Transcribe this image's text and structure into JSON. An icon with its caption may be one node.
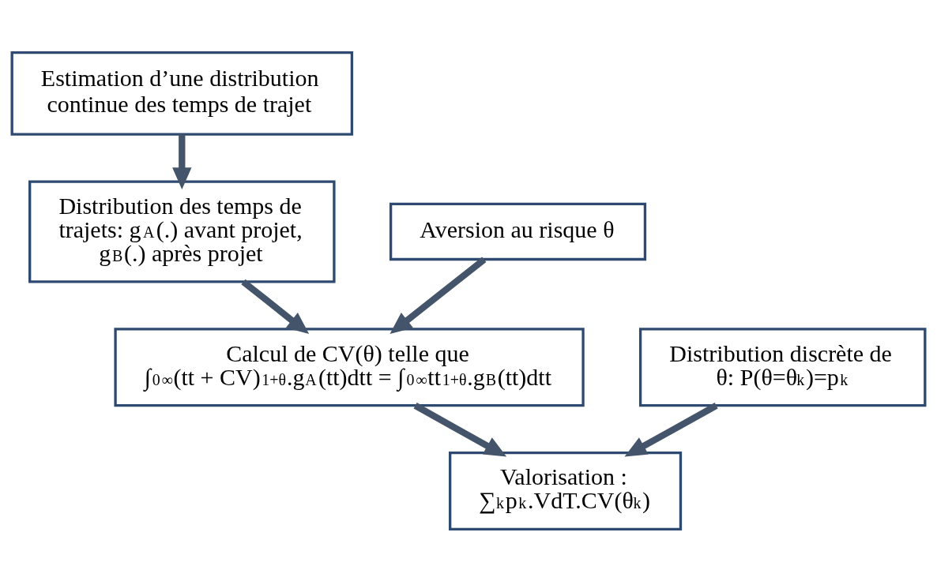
{
  "diagram": {
    "nodes": [
      {
        "text": [
          "Estimation d’une distribution continue des temps de trajet"
        ]
      },
      {
        "text": [
          "Distribution des temps de trajets: g$^{A}$(.) avant projet, g$^{B}$(.) après projet"
        ]
      },
      {
        "text": [
          "Aversion au risque θ"
        ]
      },
      {
        "text": [
          "Calcul de CV(θ) telle que",
          "∫$_{0}$$^{∞}$(tt + CV)$^{1+θ}$.g$^{A}$(tt)dtt = ∫$_{0}$$^{∞}$tt$^{1+θ}$.g$^{B}$(tt)dtt"
        ]
      },
      {
        "text": [
          "Distribution discrète de θ: P(θ=θ$_{k}$)=p$_{k}$"
        ]
      },
      {
        "text": [
          "Valorisation :",
          "∑$_{k}$p$_{k}$.VdT.CV(θ$_{k}$)"
        ]
      }
    ],
    "edges": [
      {
        "from": 0,
        "to": 1,
        "arrow": "to"
      },
      {
        "from": 1,
        "to": 3,
        "arrow": "to"
      },
      {
        "from": 2,
        "to": 3,
        "arrow": "to"
      },
      {
        "from": 3,
        "to": 5,
        "arrow": "to"
      },
      {
        "from": 4,
        "to": 5,
        "arrow": "to"
      }
    ]
  }
}
